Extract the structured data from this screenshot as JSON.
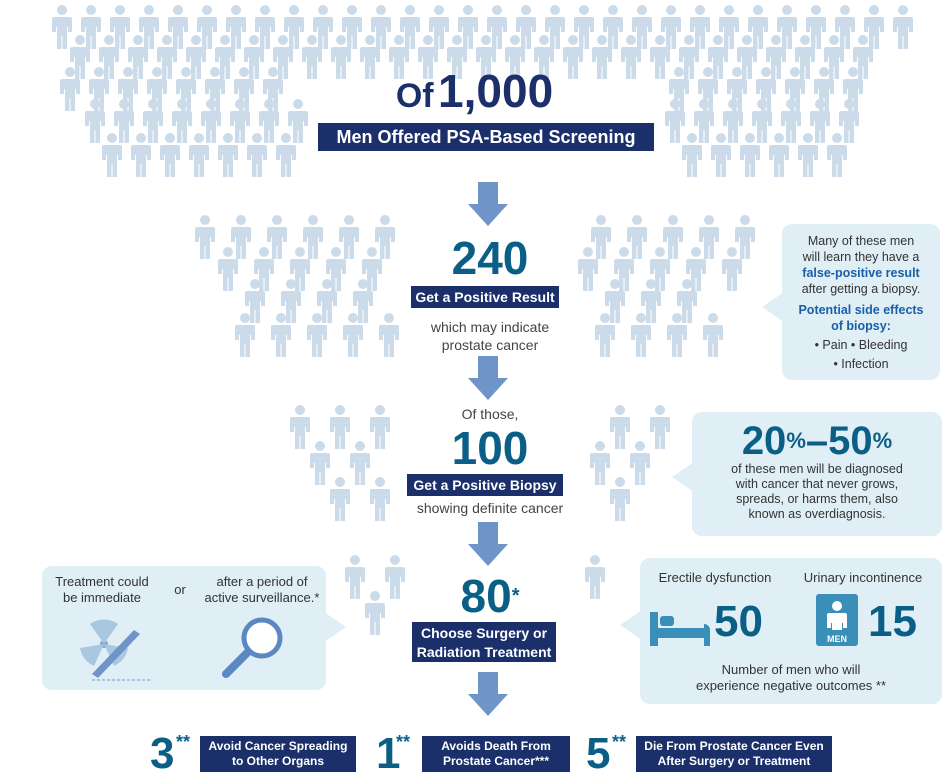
{
  "header": {
    "of": "Of",
    "count": "1,000",
    "label": "Men Offered PSA-Based Screening"
  },
  "stage1": {
    "count": "240",
    "label": "Get a Positive Result",
    "sub1": "which may indicate",
    "sub2": "prostate cancer"
  },
  "bubble1": {
    "l1": "Many of these men",
    "l2": "will learn they have a",
    "l3": "false-positive result",
    "l4": "after getting a biopsy.",
    "h1": "Potential side effects",
    "h2": "of biopsy:",
    "i1": "• Pain • Bleeding",
    "i2": "• Infection"
  },
  "stage2": {
    "pre": "Of those,",
    "count": "100",
    "label": "Get a Positive Biopsy",
    "sub": "showing definite cancer"
  },
  "bubble2": {
    "p1": "20",
    "pct": "%",
    "dash": "–",
    "p2": "50",
    "l1": "of these men will be diagnosed",
    "l2": "with cancer that never grows,",
    "l3": "spreads, or harms them, also",
    "l4": "known as overdiagnosis."
  },
  "stage3": {
    "count": "80",
    "star": "*",
    "label1": "Choose Surgery or",
    "label2": "Radiation Treatment"
  },
  "left_bubble": {
    "a1": "Treatment could",
    "a2": "be immediate",
    "or": "or",
    "b1": "after a period of",
    "b2": "active surveillance.*"
  },
  "right_bubble": {
    "ed": "Erectile dysfunction",
    "ui": "Urinary incontinence",
    "ed_n": "50",
    "ui_n": "15",
    "men": "MEN",
    "n1": "Number of men who will",
    "n2": "experience negative outcomes **"
  },
  "outcomes": [
    {
      "n": "3",
      "star": "**",
      "l1": "Avoid Cancer Spreading",
      "l2": "to Other Organs"
    },
    {
      "n": "1",
      "star": "**",
      "l1": "Avoids Death From",
      "l2": "Prostate Cancer***"
    },
    {
      "n": "5",
      "star": "**",
      "l1": "Die From Prostate Cancer Even",
      "l2": "After Surgery or Treatment"
    }
  ],
  "colors": {
    "navy": "#1b2f6b",
    "teal": "#0b5f86",
    "person": "#ccdbe9",
    "arrow": "#6f95c8",
    "bubble": "#e0eef6"
  }
}
